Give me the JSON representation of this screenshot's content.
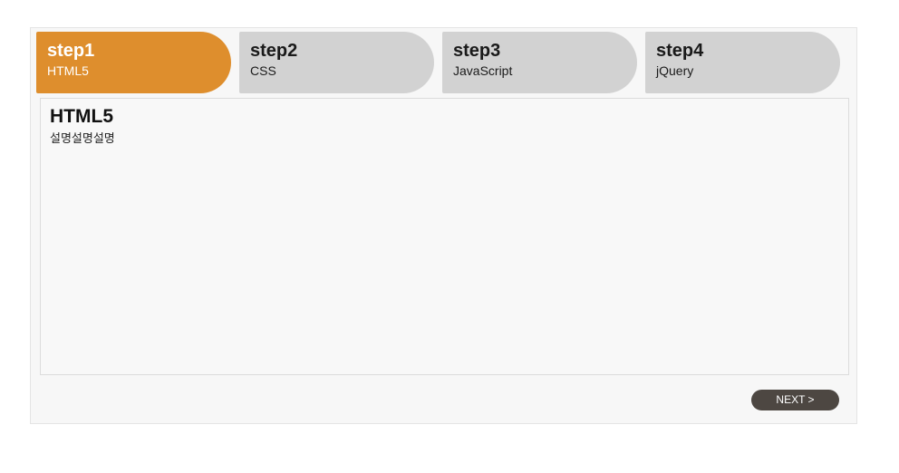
{
  "wizard": {
    "tabs": [
      {
        "step": "step1",
        "label": "HTML5",
        "state": "active"
      },
      {
        "step": "step2",
        "label": "CSS",
        "state": "inactive"
      },
      {
        "step": "step3",
        "label": "JavaScript",
        "state": "inactive"
      },
      {
        "step": "step4",
        "label": "jQuery",
        "state": "inactive"
      }
    ],
    "content": {
      "title": "HTML5",
      "description": "설명설명설명"
    },
    "next_button_label": "NEXT >"
  },
  "colors": {
    "active_tab": "#de8e2d",
    "inactive_tab": "#d2d2d2",
    "container_background": "#f7f7f7",
    "container_border": "#e4e4e4",
    "next_button": "#4d4742",
    "page_background": "#ffffff"
  }
}
